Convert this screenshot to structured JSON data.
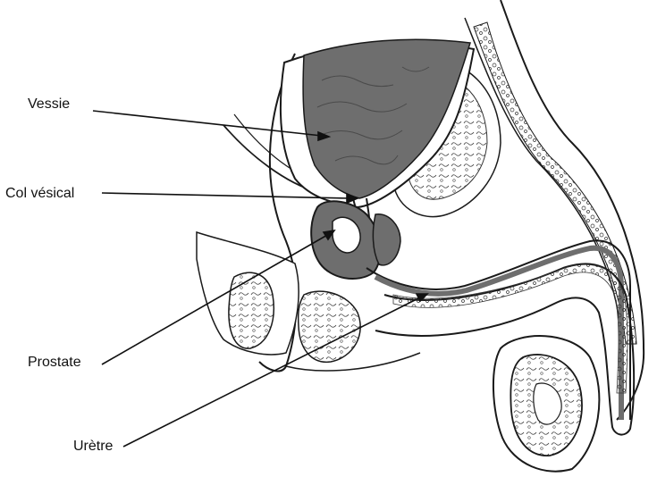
{
  "labels": {
    "vessie": "Vessie",
    "col_vesical": "Col vésical",
    "prostate": "Prostate",
    "uretre": "Urètre"
  },
  "colors": {
    "fill_dark": "#6e6e6e",
    "fill_light": "#ffffff",
    "stroke": "#1a1a1a"
  }
}
